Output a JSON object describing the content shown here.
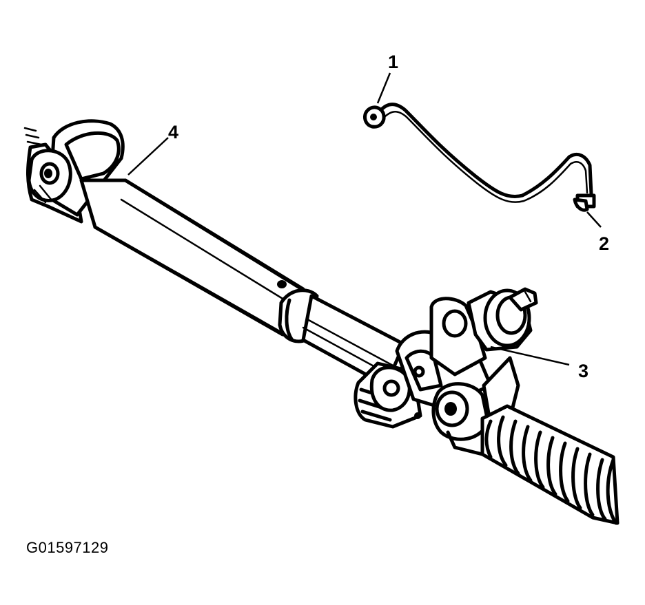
{
  "figure": {
    "callouts": [
      {
        "id": "callout-1",
        "label": "1"
      },
      {
        "id": "callout-2",
        "label": "2"
      },
      {
        "id": "callout-3",
        "label": "3"
      },
      {
        "id": "callout-4",
        "label": "4"
      }
    ],
    "figure_id": "G01597129"
  }
}
